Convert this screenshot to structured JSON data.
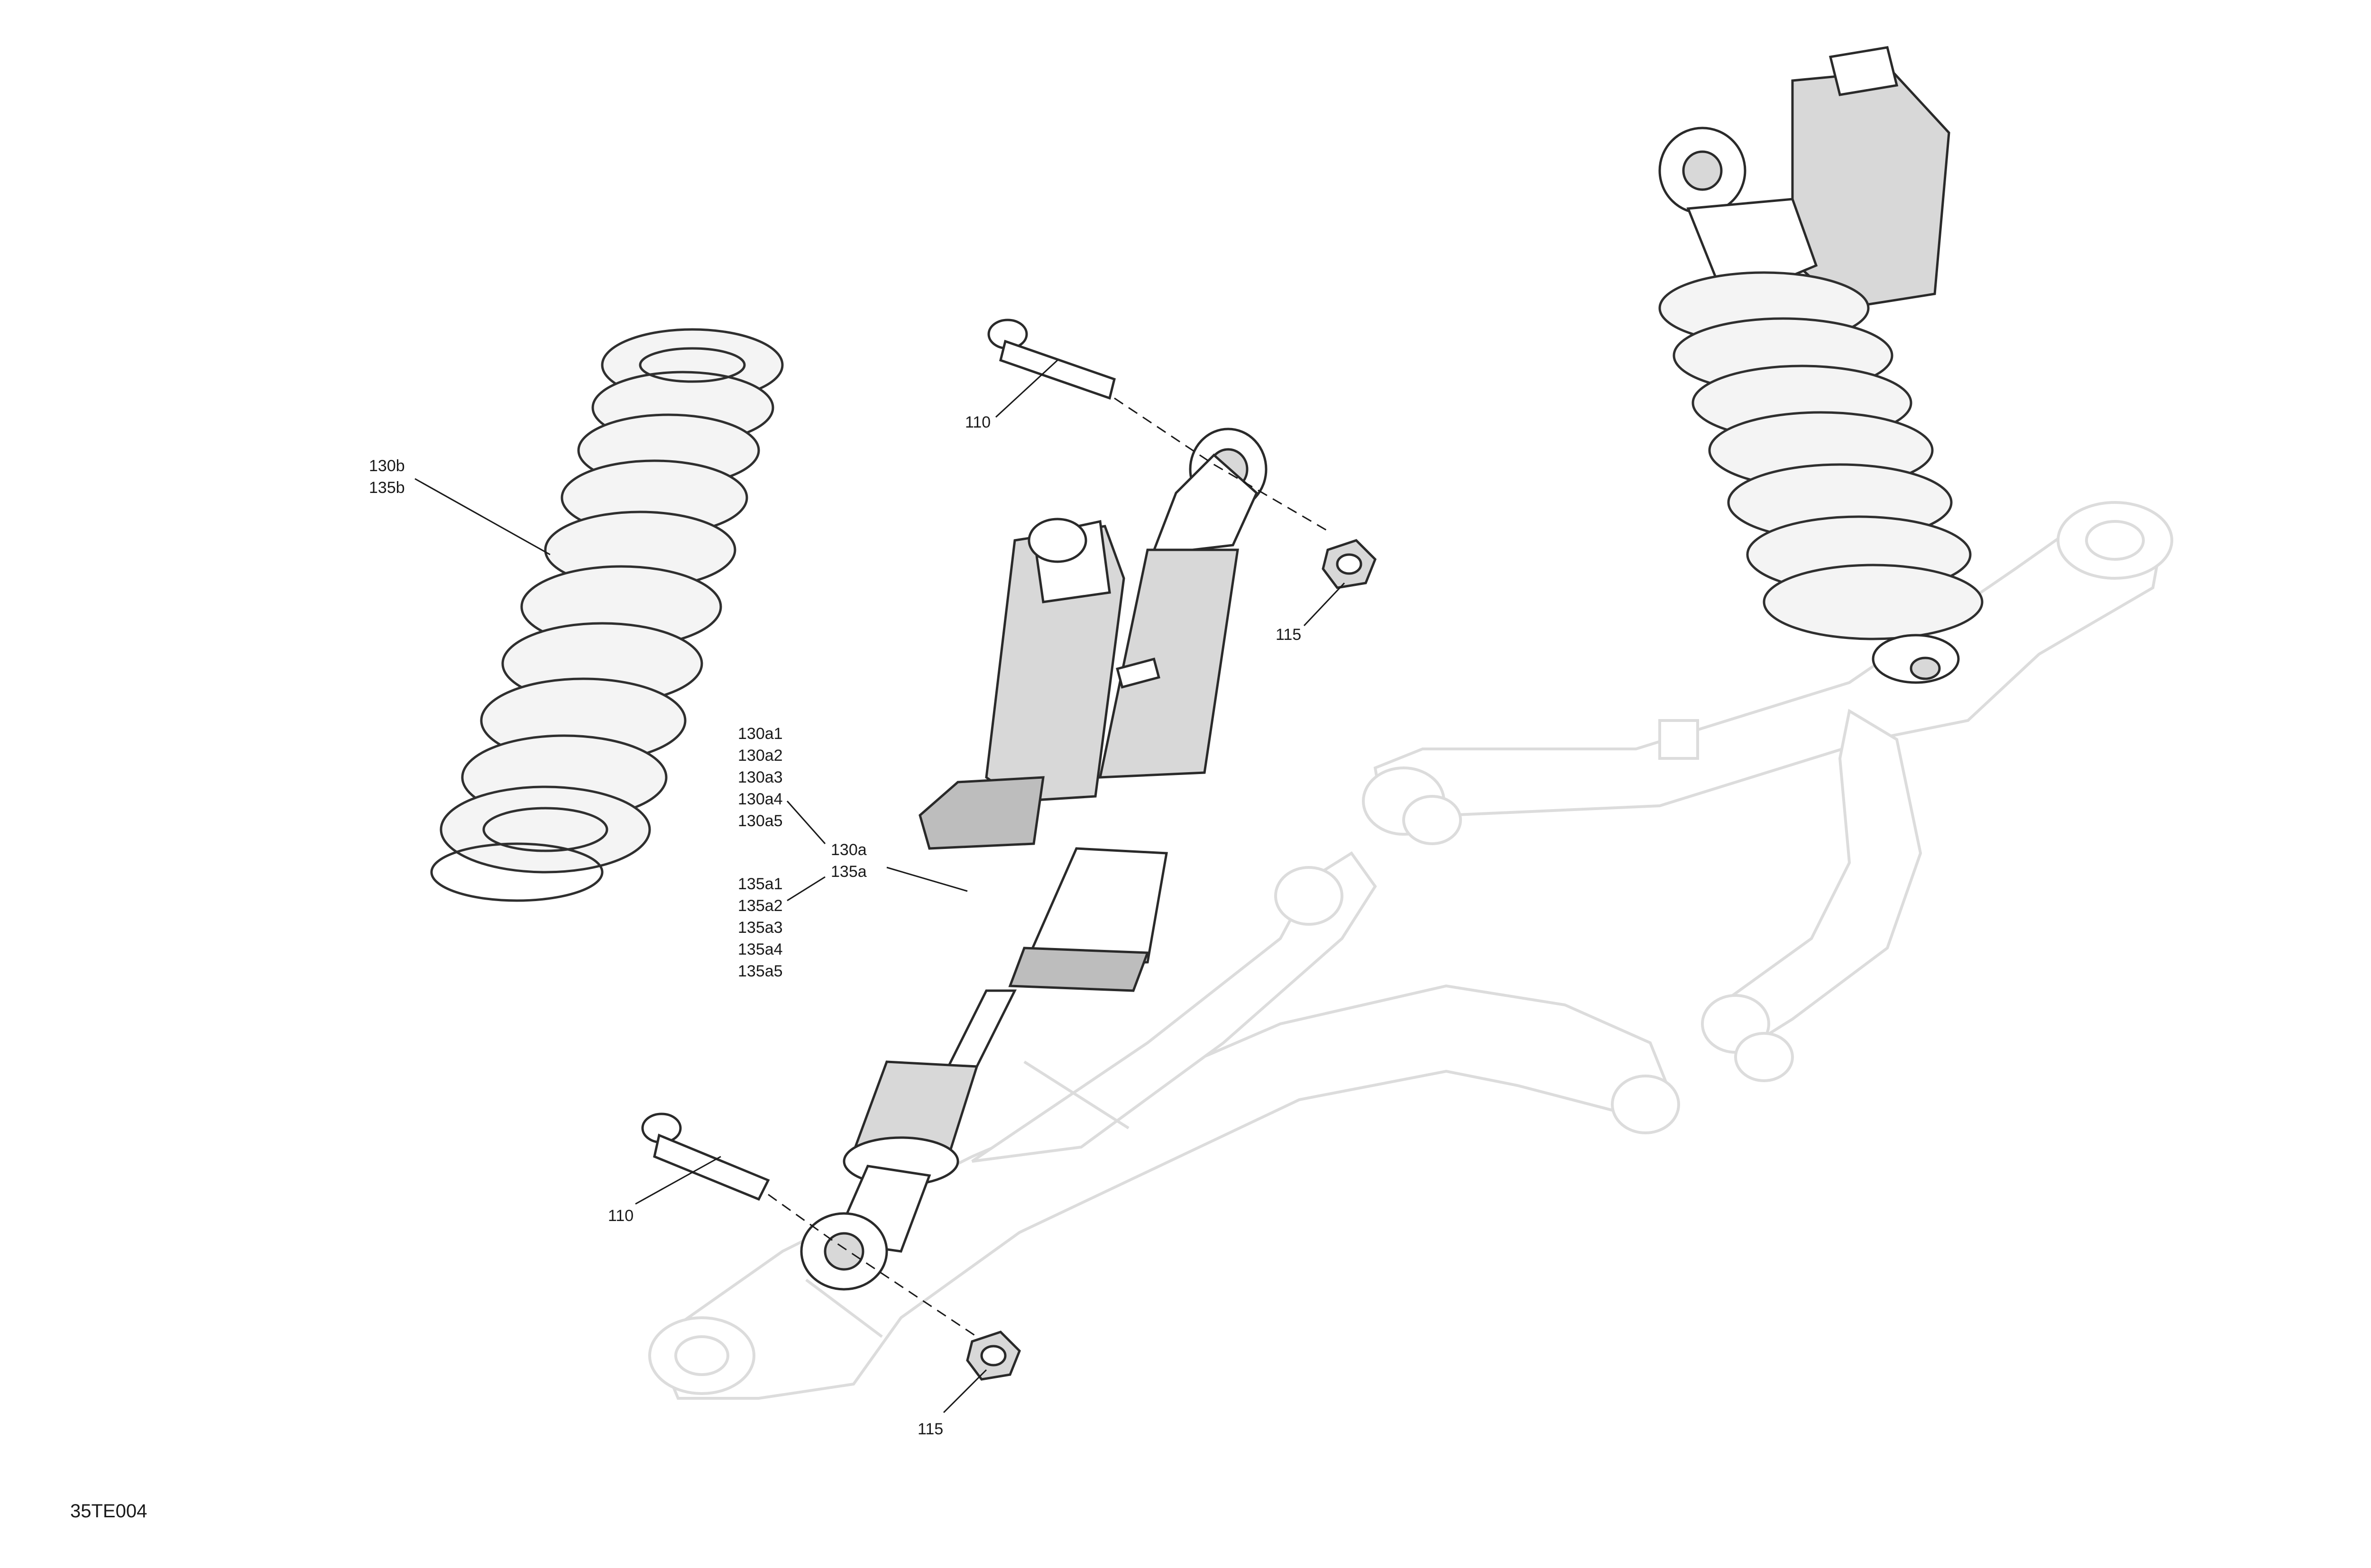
{
  "diagram": {
    "drawing_code": "35TE004",
    "callouts": {
      "spring": [
        "130b",
        "135b"
      ],
      "bolt_top": "110",
      "nut_top": "115",
      "shock_variants_130": [
        "130a1",
        "130a2",
        "130a3",
        "130a4",
        "130a5"
      ],
      "shock_main": [
        "130a",
        "135a"
      ],
      "shock_variants_135": [
        "135a1",
        "135a2",
        "135a3",
        "135a4",
        "135a5"
      ],
      "bolt_bottom": "110",
      "nut_bottom": "115"
    },
    "colors": {
      "line": "#1a1a1a",
      "ghost": "#dcdcdc",
      "shade": "#d8d8d8"
    }
  }
}
